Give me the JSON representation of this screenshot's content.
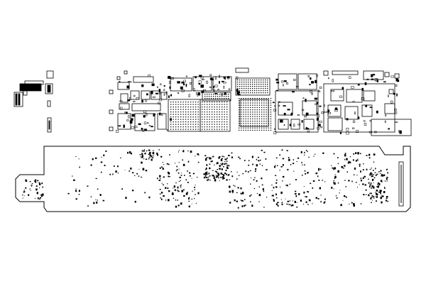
{
  "diagram": {
    "kind": "pcb-component-placement",
    "colors": {
      "background": "#ffffff",
      "ink": "#000000"
    },
    "top_regions": [
      {
        "id": "connector-cluster"
      },
      {
        "id": "small-parts-column"
      },
      {
        "id": "power-passives-block"
      },
      {
        "id": "processor-bga-block"
      },
      {
        "id": "memory-bga-block"
      },
      {
        "id": "ic-cluster-right"
      },
      {
        "id": "rf-shield-block"
      }
    ],
    "bottom_board": {
      "id": "bottom-board-outline",
      "regions": [
        {
          "id": "left-tab-cluster"
        },
        {
          "id": "scattered-vias-left"
        },
        {
          "id": "dense-pad-cluster-center"
        },
        {
          "id": "scattered-vias-center"
        },
        {
          "id": "scattered-vias-right"
        },
        {
          "id": "dense-pad-cluster-right"
        },
        {
          "id": "edge-connector-strip"
        }
      ]
    }
  }
}
